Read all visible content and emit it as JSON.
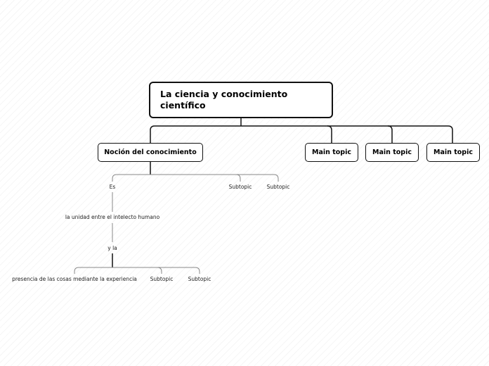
{
  "central_topic": "La ciencia y conocimiento científico",
  "main_topics": {
    "nocion": "Noción del conocimiento",
    "topic_2": "Main topic",
    "topic_3": "Main topic",
    "topic_4": "Main topic"
  },
  "subtopics": {
    "es": "Es",
    "sub_a": "Subtopic",
    "sub_b": "Subtopic",
    "unidad": "la unidad entre el intelecto humano",
    "y_la": "y la",
    "presencia": "presencia de las cosas mediante la experiencia",
    "sub_c": "Subtopic",
    "sub_d": "Subtopic"
  },
  "colors": {
    "line": "#111111",
    "subline": "#888888",
    "node_border": "#111111",
    "background": "#ffffff"
  }
}
